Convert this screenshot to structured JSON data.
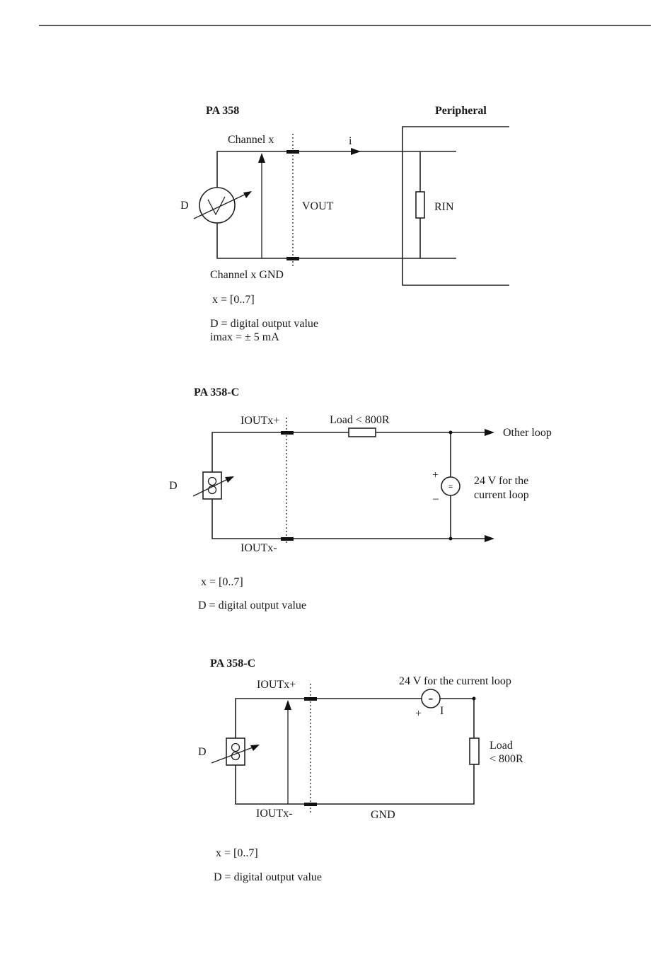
{
  "diagram1": {
    "title_left": "PA 358",
    "title_right": "Peripheral",
    "channel": "Channel x",
    "current": "i",
    "source_label": "D",
    "vout": "VOUT",
    "rin": "RIN",
    "gnd": "Channel x GND",
    "range": "x = [0..7]",
    "desc": "D = digital output value",
    "imax": "imax = ± 5 mA"
  },
  "diagram2": {
    "title": "PA 358-C",
    "iout_plus": "IOUTx+",
    "load": "Load < 800R",
    "other_loop": "Other loop",
    "source_label": "D",
    "plus": "+",
    "minus": "–",
    "supply_symbol": "=",
    "supply_line1": "24 V for the",
    "supply_line2": "current loop",
    "iout_minus": "IOUTx-",
    "range": "x = [0..7]",
    "desc": "D = digital output value"
  },
  "diagram3": {
    "title": "PA 358-C",
    "iout_plus": "IOUTx+",
    "supply": "24 V for the current loop",
    "supply_symbol": "=",
    "plus": "+",
    "minus": "I",
    "source_label": "D",
    "load_line1": "Load",
    "load_line2": "< 800R",
    "iout_minus": "IOUTx-",
    "gnd": "GND",
    "range": "x = [0..7]",
    "desc": "D = digital output value"
  }
}
